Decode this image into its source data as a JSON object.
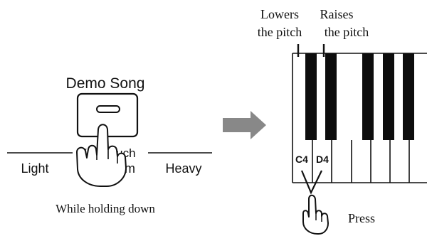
{
  "panel_left": {
    "title": "Demo Song",
    "button_label": "Key Touch",
    "labels": [
      "Light",
      "Medium",
      "Heavy"
    ],
    "caption": "While holding down"
  },
  "panel_right": {
    "lowers_line1": "Lowers",
    "lowers_line2": "the pitch",
    "raises_line1": "Raises",
    "raises_line2": "the pitch",
    "key_c4": "C4",
    "key_d4": "D4",
    "press_label": "Press"
  },
  "icons": {
    "arrow": "arrow-right-icon",
    "hand_left": "pointing-hand-icon",
    "hand_right": "pointing-hand-icon",
    "button": "demo-button-icon"
  },
  "colors": {
    "ink": "#111111",
    "arrow": "#888888",
    "key_black": "#0d0d0d",
    "key_white": "#ffffff"
  }
}
